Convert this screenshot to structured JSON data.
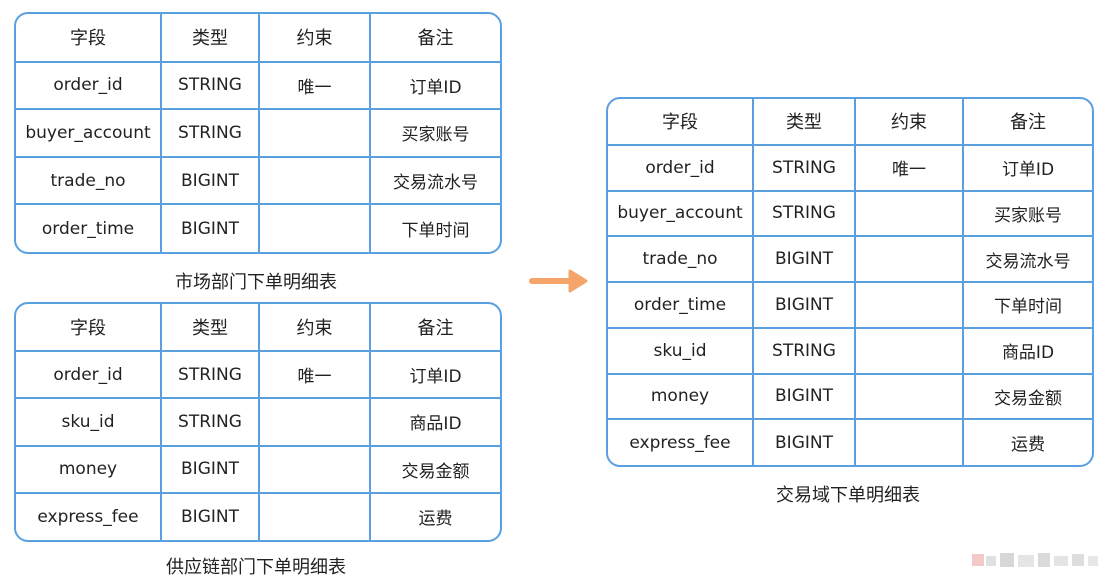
{
  "headers": [
    "字段",
    "类型",
    "约束",
    "备注"
  ],
  "tables": {
    "market": {
      "caption": "市场部门下单明细表",
      "rows": [
        [
          "order_id",
          "STRING",
          "唯一",
          "订单ID"
        ],
        [
          "buyer_account",
          "STRING",
          "",
          "买家账号"
        ],
        [
          "trade_no",
          "BIGINT",
          "",
          "交易流水号"
        ],
        [
          "order_time",
          "BIGINT",
          "",
          "下单时间"
        ]
      ]
    },
    "supply": {
      "caption": "供应链部门下单明细表",
      "rows": [
        [
          "order_id",
          "STRING",
          "唯一",
          "订单ID"
        ],
        [
          "sku_id",
          "STRING",
          "",
          "商品ID"
        ],
        [
          "money",
          "BIGINT",
          "",
          "交易金额"
        ],
        [
          "express_fee",
          "BIGINT",
          "",
          "运费"
        ]
      ]
    },
    "trade": {
      "caption": "交易域下单明细表",
      "rows": [
        [
          "order_id",
          "STRING",
          "唯一",
          "订单ID"
        ],
        [
          "buyer_account",
          "STRING",
          "",
          "买家账号"
        ],
        [
          "trade_no",
          "BIGINT",
          "",
          "交易流水号"
        ],
        [
          "order_time",
          "BIGINT",
          "",
          "下单时间"
        ],
        [
          "sku_id",
          "STRING",
          "",
          "商品ID"
        ],
        [
          "money",
          "BIGINT",
          "",
          "交易金额"
        ],
        [
          "express_fee",
          "BIGINT",
          "",
          "运费"
        ]
      ]
    }
  },
  "colors": {
    "border": "#5aa0e0",
    "arrow": "#f5a46a"
  },
  "icons": {
    "arrow": "arrow-right-icon"
  }
}
